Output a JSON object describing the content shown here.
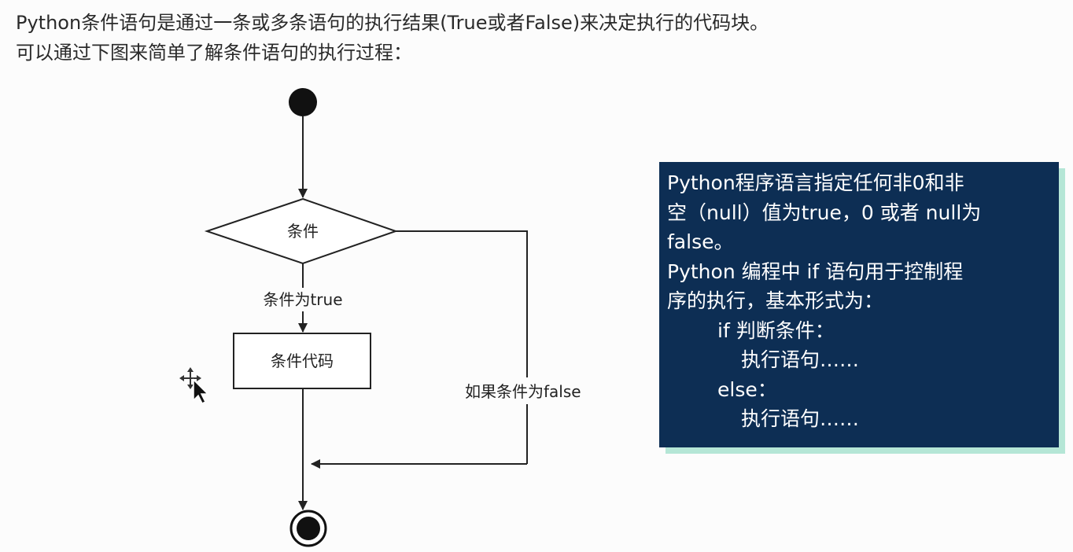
{
  "intro": {
    "line1": "Python条件语句是通过一条或多条语句的执行结果(True或者False)来决定执行的代码块。",
    "line2": "可以通过下图来简单了解条件语句的执行过程："
  },
  "flowchart": {
    "decision_label": "条件",
    "true_branch_label": "条件为true",
    "process_label": "条件代码",
    "false_branch_label": "如果条件为false"
  },
  "info_box": {
    "lines": [
      "Python程序语言指定任何非0和非",
      "空（null）值为true，0 或者 null为",
      "false。",
      "Python 编程中 if 语句用于控制程",
      "序的执行，基本形式为：",
      "if 判断条件：",
      "执行语句……",
      "else：",
      "执行语句……"
    ],
    "background_color": "#0d2e54",
    "shadow_color": "#b5e6d6"
  }
}
